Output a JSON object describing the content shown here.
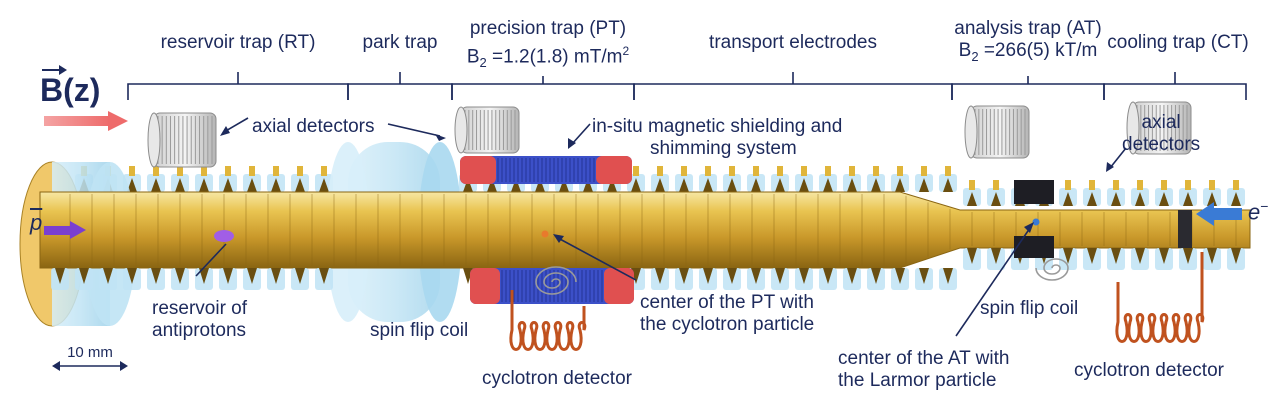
{
  "field_label": {
    "main": "B",
    "arg": "(z)"
  },
  "sections": {
    "reservoir": "reservoir trap (RT)",
    "park": "park trap",
    "precision": "precision trap (PT)",
    "precision_b2": "B",
    "precision_b2_sub": "2",
    "precision_b2_value": " =1.2(1.8) mT/m",
    "precision_b2_sup": "2",
    "transport": "transport electrodes",
    "analysis": "analysis trap (AT)",
    "analysis_b2": "B",
    "analysis_b2_sub": "2",
    "analysis_b2_value": " =266(5) kT/m",
    "cooling": "cooling trap (CT)"
  },
  "annotations": {
    "axial_detectors": "axial detectors",
    "axial_right_1": "axial",
    "axial_right_2": "detectors",
    "shielding_1": "in-situ magnetic shielding and",
    "shielding_2": "shimming system",
    "reservoir_1": "reservoir of",
    "reservoir_2": "antiprotons",
    "spin_flip_left": "spin flip coil",
    "spin_flip_right": "spin flip coil",
    "pt_center_1": "center of the PT with",
    "pt_center_2": "the cyclotron particle",
    "at_center_1": "center of the AT with",
    "at_center_2": "the Larmor particle",
    "cyc_det_left": "cyclotron detector",
    "cyc_det_right": "cyclotron detector"
  },
  "particles": {
    "antiproton": "p",
    "electron": "e",
    "electron_sup": "−"
  },
  "scale": "10 mm",
  "colors": {
    "label": "#1d2a5c",
    "gold": "#e0b53a",
    "gold_dark": "#8a6512",
    "ring": "#bfe3f4",
    "field_arrow": "#ee6b6b",
    "coil_red": "#e05050",
    "coil_blue": "#3c50c8",
    "copper": "#c0521f",
    "antiproton_arrow": "#7a3fd0",
    "electron_arrow": "#3a7bd5"
  }
}
